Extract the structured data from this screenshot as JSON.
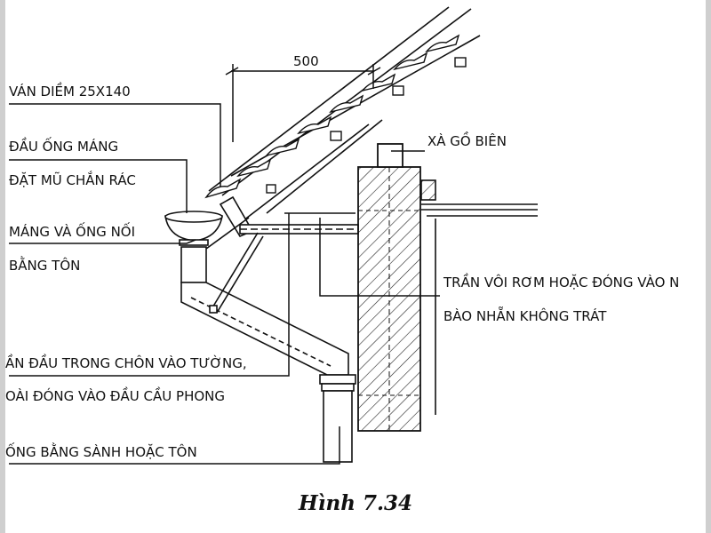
{
  "figure": {
    "caption": "Hình 7.34",
    "dimension": "500",
    "labels": {
      "van_diem": "VÁN DIỀM 25X140",
      "dau_ong_mang": "ĐẦU ỐNG MÁNG",
      "dat_mu_chan_rac": "ĐẶT MŨ CHẮN RÁC",
      "mang_va_ong_noi": "MÁNG VÀ ỐNG NỐI",
      "bang_ton": "BẰNG TÔN",
      "xa_go_bien": "XÀ GỒ BIÊN",
      "tran_voi_rom": "TRẦN VÔI RƠM HOẶC ĐÓNG VÀO N",
      "bao_nhan": "BÀO NHẴN KHÔNG TRÁT",
      "an_dau_trong": "ẦN ĐẦU TRONG CHÔN VÀO TƯỜNG,",
      "oai_dong": "OÀI ĐÓNG VÀO ĐẦU CẦU PHONG",
      "ng_bang_sanh": "ỐNG BẰNG SÀNH HOẶC TÔN"
    }
  }
}
